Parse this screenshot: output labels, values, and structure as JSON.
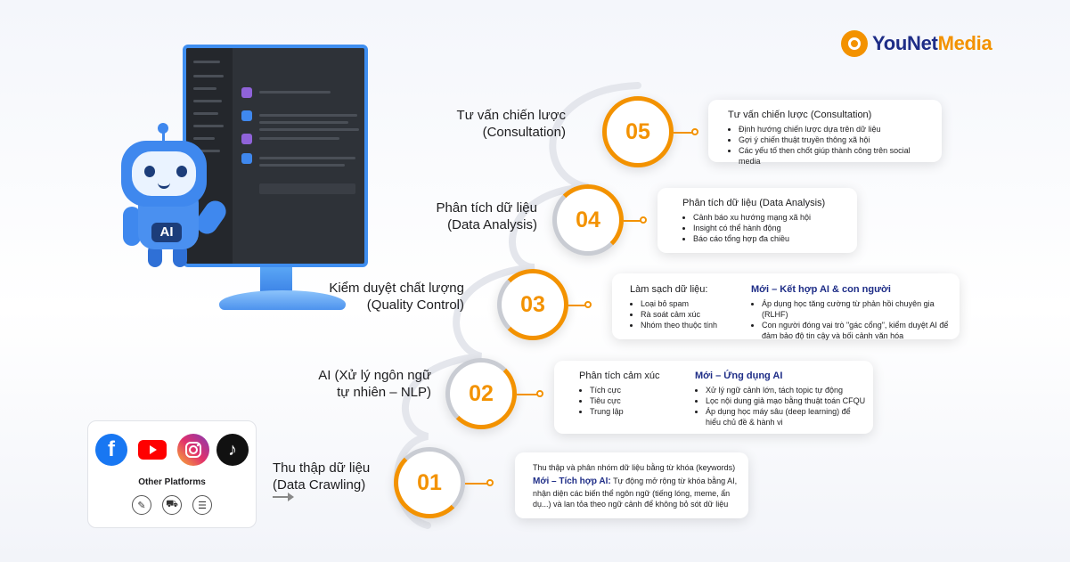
{
  "brand": {
    "name_a": "YouNet",
    "name_b": "Media"
  },
  "robot": {
    "badge": "AI"
  },
  "stages": {
    "s05": {
      "num": "05",
      "label_l1": "Tư vấn chiến lược",
      "label_l2": "(Consultation)"
    },
    "s04": {
      "num": "04",
      "label_l1": "Phân tích dữ liệu",
      "label_l2": "(Data Analysis)"
    },
    "s03": {
      "num": "03",
      "label_l1": "Kiểm duyệt chất lượng",
      "label_l2": "(Quality Control)"
    },
    "s02": {
      "num": "02",
      "label_l1": "AI (Xử lý ngôn ngữ",
      "label_l2": "tự nhiên – NLP)"
    },
    "s01": {
      "num": "01",
      "label_l1": "Thu thập dữ liệu",
      "label_l2": "(Data Crawling)"
    }
  },
  "cards": {
    "c05": {
      "title": "Tư vấn chiến lược (Consultation)",
      "items": [
        "Định hướng chiến lược dựa trên dữ liệu",
        "Gợi ý chiến thuật truyền thông xã hội",
        "Các yếu tố then chốt giúp thành công trên social media"
      ]
    },
    "c04": {
      "title": "Phân tích dữ liệu (Data Analysis)",
      "items": [
        "Cảnh báo xu hướng mạng xã hội",
        "Insight có thể hành động",
        "Báo cáo tổng hợp đa chiều"
      ]
    },
    "c03": {
      "left_title": "Làm sạch dữ liệu:",
      "left_items": [
        "Loại bỏ spam",
        "Rà soát cảm xúc",
        "Nhóm theo thuộc tính"
      ],
      "right_title": "Mới – Kết hợp AI & con người",
      "right_items": [
        "Áp dụng học tăng cường từ phản hồi chuyên gia (RLHF)",
        "Con người đóng vai trò \"gác cổng\", kiểm duyệt AI để đảm bảo độ tin cậy và bối cảnh văn hóa"
      ]
    },
    "c02": {
      "left_title": "Phân tích cảm xúc",
      "left_items": [
        "Tích cực",
        "Tiêu cực",
        "Trung lập"
      ],
      "right_title": "Mới – Ứng dụng AI",
      "right_items": [
        "Xử lý ngữ cảnh lớn, tách topic tự động",
        "Lọc nội dung giả mạo bằng thuật toán CFQU",
        "Áp dụng học máy sâu (deep learning) để hiểu chủ đề & hành vi"
      ]
    },
    "c01": {
      "line1": "Thu thập và phân nhóm dữ liệu bằng từ khóa (keywords)",
      "new_label": "Mới – Tích hợp AI:",
      "line2": " Tự động mở rộng từ khóa bằng AI, nhận diện các biến thể ngôn ngữ (tiếng lóng, meme, ẩn dụ...) và lan tỏa theo ngữ cảnh để không bỏ sót dữ liệu"
    }
  },
  "platforms": {
    "other_label": "Other Platforms",
    "icons": [
      "facebook-icon",
      "youtube-icon",
      "instagram-icon",
      "tiktok-icon",
      "document-icon",
      "cart-icon",
      "news-icon"
    ]
  },
  "colors": {
    "accent": "#f39200",
    "navy": "#1e2d87",
    "blue": "#3f88ee"
  }
}
